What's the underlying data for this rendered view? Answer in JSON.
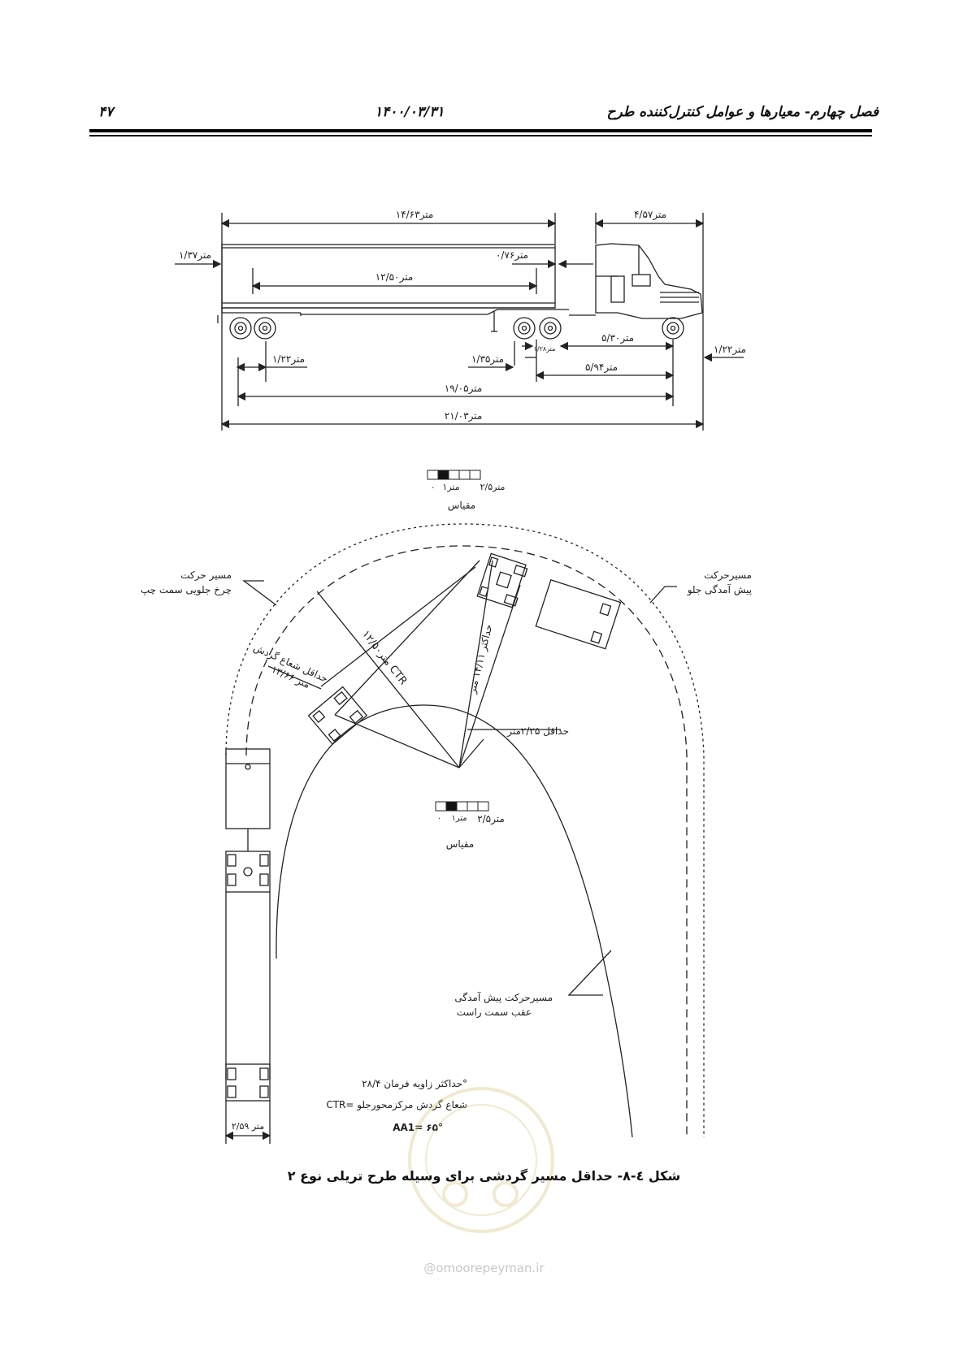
{
  "header": {
    "chapter_title": "فصل چهارم- معیارها و عوامل کنترل‌کننده طرح",
    "date": "۱۴۰۰/۰۳/۳۱",
    "page_number": "۴۷"
  },
  "elevation": {
    "dims": {
      "trailer_length": "۱۴/۶۳متر",
      "cab_length": "۴/۵۷متر",
      "rear_overhang_top": "۱/۳۷متر",
      "kingpin_offset": "۰/۷۶متر",
      "trailer_axle_span": "۱۲/۵۰متر",
      "tractor_wheelbase": "۵/۳۰متر",
      "tandem_spacing": "۱/۲۸متر",
      "trailer_tandem": "۱/۲۲متر",
      "kingpin_to_tandem": "۱/۳۵متر",
      "front_to_rear_tractor": "۵/۹۴متر",
      "overall_wheelbase": "۱۹/۰۵متر",
      "front_overhang": "۱/۲۲متر",
      "overall_length": "۲۱/۰۳متر"
    },
    "scale": {
      "max": "۲/۵متر",
      "mid": "۱متر",
      "zero": "۰",
      "label": "مقیاس"
    }
  },
  "plan": {
    "labels": {
      "left_front_wheel_l1": "مسیر حرکت",
      "left_front_wheel_l2": "چرخ جلویی سمت چپ",
      "front_overhang_l1": "مسیرحرکت",
      "front_overhang_l2": "پیش آمدگی جلو",
      "ctr": "۱۲/۵۰متر CTR",
      "max_radius": "حداکثر ۱۴/۱۱ متر",
      "min_turn_l1": "حداقل شعاع گردش",
      "min_turn_l2": "۱۳/۶۶ متر",
      "min_inner": "حداقل ۲/۲۵متر",
      "rear_right_l1": "مسیرحرکت پیش آمدگی",
      "rear_right_l2": "عقب سمت راست",
      "width": "۲/۵۹ متر"
    },
    "scale": {
      "max": "۲/۵متر",
      "mid": "۱متر",
      "zero": "۰",
      "label": "مقیاس"
    },
    "notes": {
      "steering": "حداکثر زاویه فرمان ۲۸/۴°",
      "ctr_def": "CTR= شعاع گردش مرکزمحورجلو",
      "articulation": "AA1= ۶۵°"
    }
  },
  "caption": "شکل ٤-٨- حداقل مسیر گردشی برای وسیله طرح تریلی نوع ۲",
  "footer": "@omoorepeyman.ir",
  "colors": {
    "line": "#222222",
    "watermark": "#d9c27a"
  }
}
